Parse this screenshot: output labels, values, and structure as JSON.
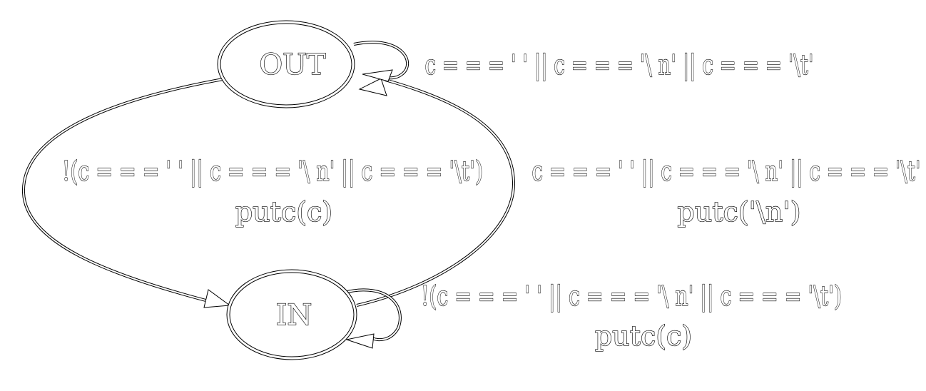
{
  "nodes": {
    "out": {
      "label": "OUT"
    },
    "in": {
      "label": "IN"
    }
  },
  "edges": {
    "out_self": {
      "condition": "c = = = ' ' || c = = = '\\ n' || c = = = '\\t'"
    },
    "out_to_in": {
      "condition": "!(c = = = ' ' || c = = = '\\ n' || c = = = '\\t')",
      "action": "putc(c)"
    },
    "in_to_out": {
      "condition": "c = = = ' ' || c = = = '\\ n' || c = = = '\\t'",
      "action": "putc('\\n')"
    },
    "in_self": {
      "condition": "!(c = = = ' ' || c = = = '\\ n' || c = = = '\\t')",
      "action": "putc(c)"
    }
  }
}
